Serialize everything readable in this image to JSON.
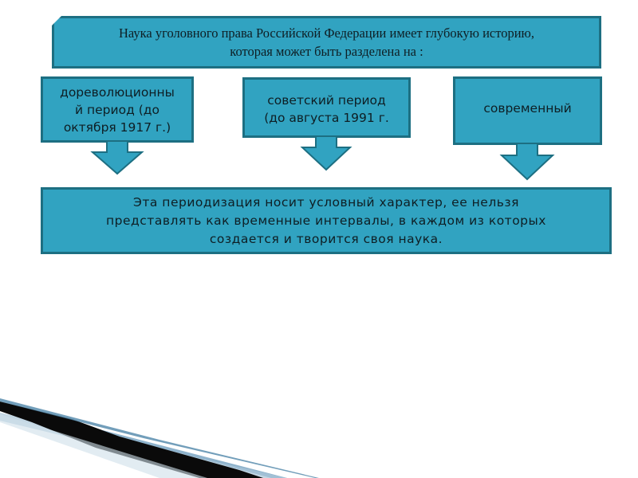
{
  "header": {
    "line1": "Наука уголовного права Российской Федерации имеет глубокую историю,",
    "line2": "которая может быть разделена на :"
  },
  "periods": [
    {
      "lines": [
        "дореволюционны",
        "й период (до",
        "октября 1917 г.)"
      ]
    },
    {
      "lines": [
        "советский период",
        "(до августа 1991 г."
      ]
    },
    {
      "lines": [
        "современный"
      ]
    }
  ],
  "conclusion": {
    "lines": [
      "Эта периодизация носит условный характер, ее нельзя",
      "представлять как временные интервалы, в каждом из которых",
      "создается и творится своя наука."
    ]
  },
  "colors": {
    "box_fill": "#31a3c1",
    "box_border": "#1d6f82",
    "arrow_fill": "#31a3c1"
  }
}
